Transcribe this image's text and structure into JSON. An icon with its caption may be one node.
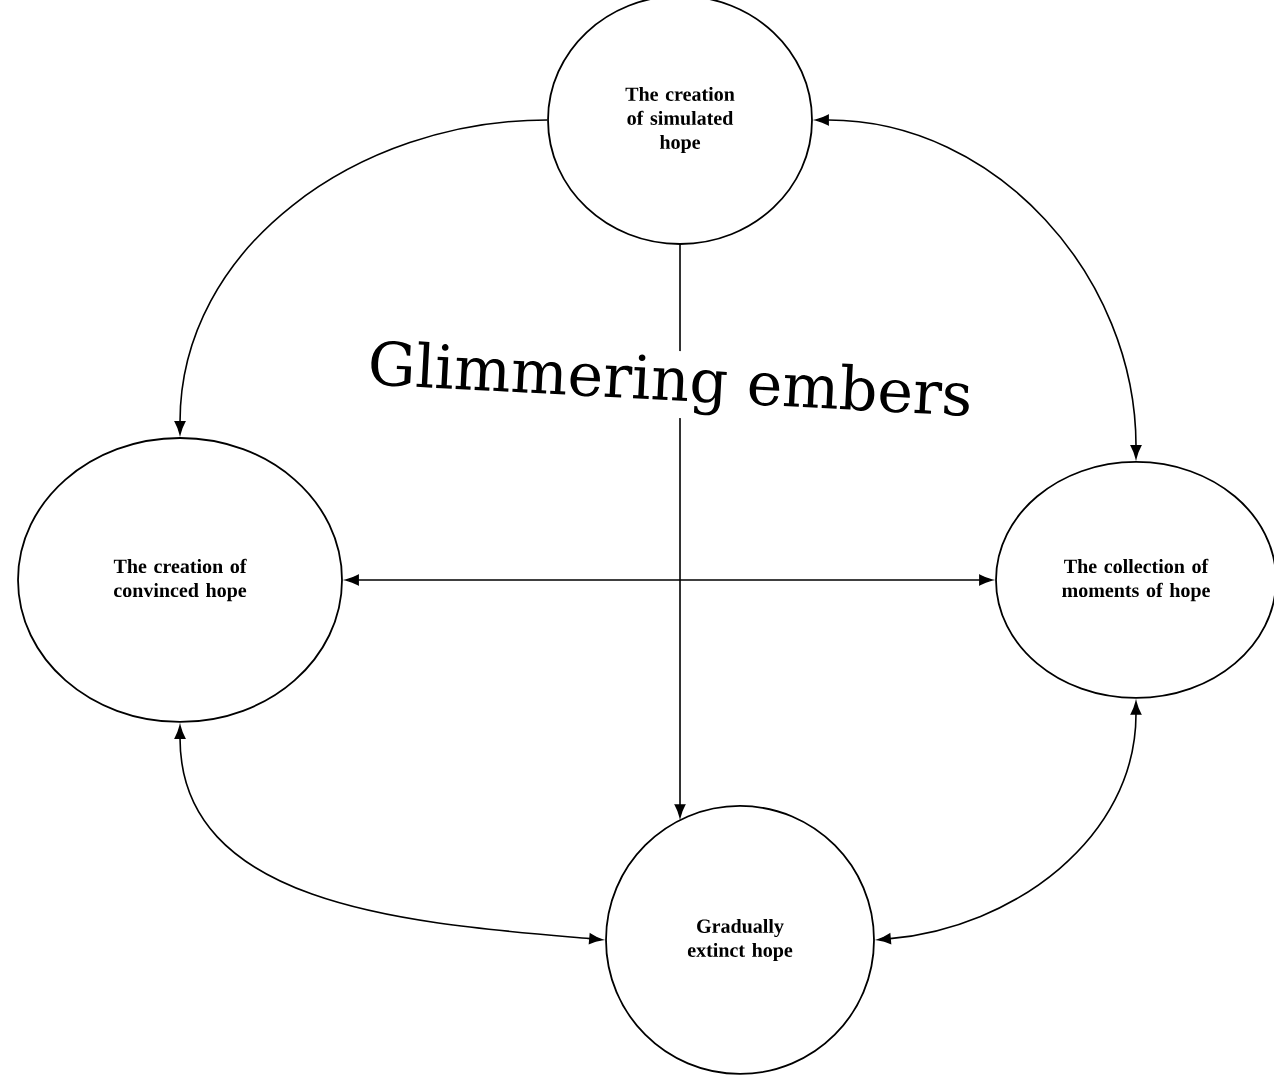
{
  "diagram": {
    "nodes": [
      {
        "text": [
          "The creation of simulated hope"
        ]
      },
      {
        "text": [
          "The creation of convinced hope"
        ]
      },
      {
        "text": [
          "The collection of moments of hope"
        ]
      },
      {
        "text": [
          "Gradually extinct hope"
        ]
      }
    ],
    "edges": [
      {
        "from": 0,
        "to": 1,
        "arrow": "to"
      },
      {
        "from": 0,
        "to": 2,
        "arrow": "both"
      },
      {
        "from": 1,
        "to": 2,
        "arrow": "both"
      },
      {
        "from": 0,
        "to": 3,
        "arrow": "to"
      },
      {
        "from": 1,
        "to": 3,
        "arrow": "both"
      },
      {
        "from": 2,
        "to": 3,
        "arrow": "both"
      }
    ],
    "title": "Glimmering embers"
  }
}
